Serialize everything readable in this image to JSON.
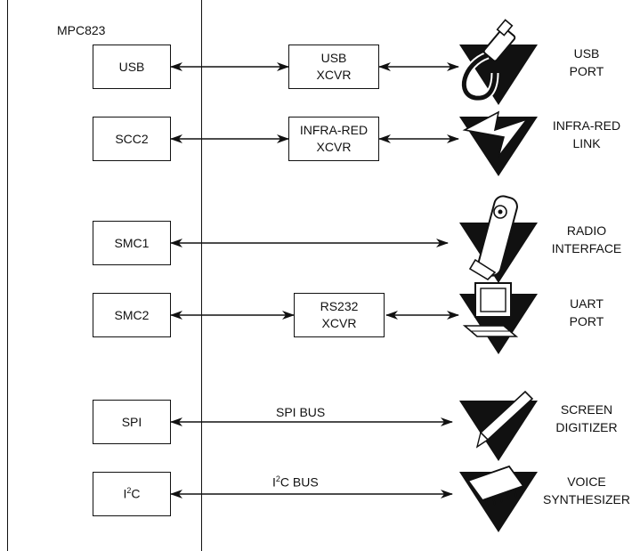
{
  "main_block": {
    "label": "MPC823"
  },
  "interfaces": [
    {
      "label": "USB"
    },
    {
      "label": "SCC2"
    },
    {
      "label": "SMC1"
    },
    {
      "label": "SMC2"
    },
    {
      "label": "SPI"
    },
    {
      "label_main": "I",
      "label_sup": "2",
      "label_tail": "C"
    }
  ],
  "transceivers": [
    {
      "line1": "USB",
      "line2": "XCVR"
    },
    {
      "line1": "INFRA-RED",
      "line2": "XCVR"
    },
    {
      "line1": "RS232",
      "line2": "XCVR"
    }
  ],
  "buses": [
    {
      "label": "SPI BUS"
    },
    {
      "label_main": "I",
      "label_sup": "2",
      "label_tail": "C BUS"
    }
  ],
  "devices": [
    {
      "line1": "USB",
      "line2": "PORT",
      "icon": "usb-plug-icon"
    },
    {
      "line1": "INFRA-RED",
      "line2": "LINK",
      "icon": "lightning-icon"
    },
    {
      "line1": "RADIO",
      "line2": "INTERFACE",
      "icon": "telephone-handset-icon"
    },
    {
      "line1": "UART",
      "line2": "PORT",
      "icon": "computer-icon"
    },
    {
      "line1": "SCREEN",
      "line2": "DIGITIZER",
      "icon": "pen-icon"
    },
    {
      "line1": "VOICE",
      "line2": "SYNTHESIZER",
      "icon": "ic-chip-icon"
    }
  ]
}
